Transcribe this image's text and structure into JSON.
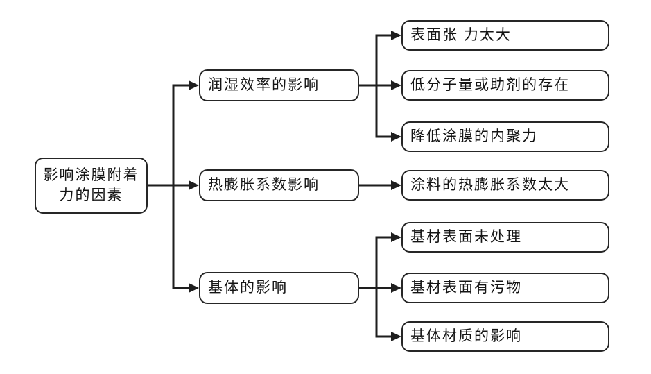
{
  "colors": {
    "background": "#ffffff",
    "line": "#1e1e1e",
    "box_border": "#262626",
    "text": "#141414"
  },
  "icons": {
    "arrowhead_right": "▶"
  },
  "diagram": {
    "root": {
      "label": "影响涂膜附着\n力的因素"
    },
    "branches": [
      {
        "label": "润湿效率的影响",
        "children": [
          "表面张 力太大",
          "低分子量或助剂的存在",
          "降低涂膜的内聚力"
        ]
      },
      {
        "label": "热膨胀系数影响",
        "children": [
          "涂料的热膨胀系数太大"
        ]
      },
      {
        "label": "基体的影响",
        "children": [
          "基材表面未处理",
          "基材表面有污物",
          "基体材质的影响"
        ]
      }
    ]
  }
}
